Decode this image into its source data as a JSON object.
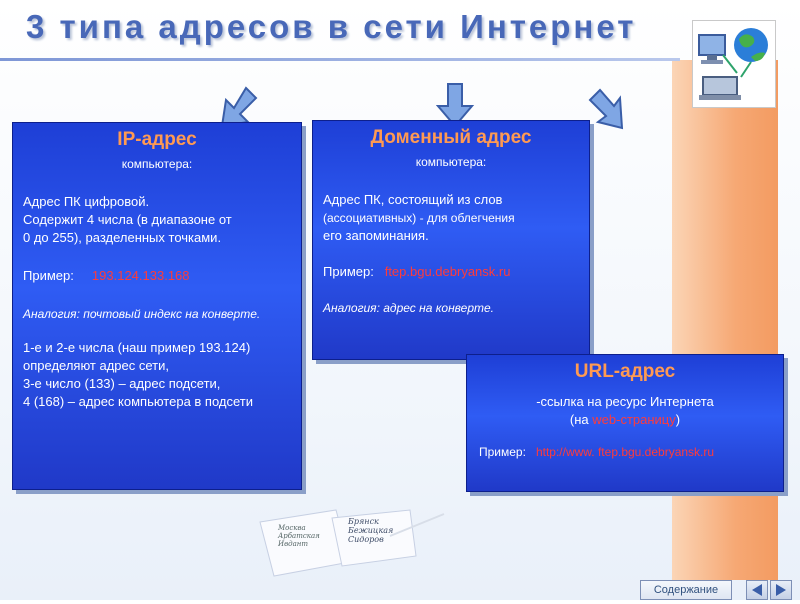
{
  "slide": {
    "title": "3  типа адресов  в сети Интернет"
  },
  "ip_card": {
    "heading": "IP-адрес",
    "subheading": "компьютера:",
    "line1": "Адрес ПК  цифровой.",
    "line2": "Содержит 4 числа (в диапазоне от",
    "line3": "0 до 255), разделенных точками.",
    "example_label": "Пример:",
    "example_value": "193.124.133.168",
    "analogy": "Аналогия: почтовый индекс на конверте.",
    "note1": "1-е и 2-е числа (наш пример 193.124)",
    "note2": "определяют адрес сети,",
    "note3": "3-е число (133) – адрес подсети,",
    "note4": "4 (168) – адрес компьютера в подсети"
  },
  "domain_card": {
    "heading": "Доменный адрес",
    "subheading": "компьютера:",
    "line1": "Адрес ПК, состоящий из  слов",
    "line2": "(ассоциативных) - для облегчения",
    "line3": "его запоминания.",
    "example_label": "Пример:",
    "example_value": "ftep.bgu.debryansk.ru",
    "analogy": "Аналогия: адрес на конверте."
  },
  "url_card": {
    "heading": "URL-адрес",
    "line1": "-ссылка на ресурс Интернета",
    "line2_prefix": "(на",
    "line2_link": "web-страницу",
    "line2_suffix": ")",
    "example_label": "Пример:",
    "example_value": "http://www. ftep.bgu.debryansk.ru"
  },
  "envelope": {
    "left_text": [
      "Москва",
      "Арбатская",
      "Ивдант"
    ],
    "right_text": [
      "Брянск",
      "Бежицкая",
      "Сидоров"
    ]
  },
  "navigation": {
    "contents_label": "Содержание"
  },
  "colors": {
    "title": "#4868b8",
    "card_blue": "#2f5cf4",
    "heading_orange": "#ff9a52",
    "example_red": "#ff3b3b",
    "side_orange": "#f6a874"
  },
  "icons": [
    "computer-network-icon",
    "down-arrow-icon",
    "nav-back-icon",
    "nav-forward-icon"
  ]
}
